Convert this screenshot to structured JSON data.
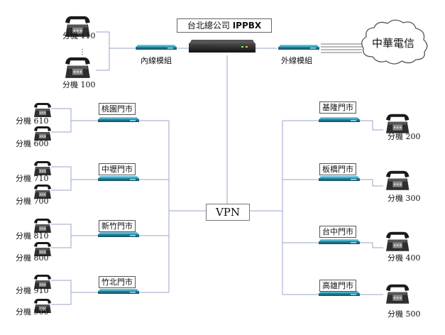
{
  "title": {
    "prefix": "台北總公司 ",
    "brand": "IPPBX"
  },
  "modules": {
    "internal": "內線模組",
    "external": "外線模組"
  },
  "cloud": {
    "label": "中華電信"
  },
  "hq_extensions": [
    "分機 110",
    "分機 100"
  ],
  "vpn": {
    "label": "VPN"
  },
  "stores_left": [
    {
      "name": "桃園門市",
      "ext_a": "分機 610",
      "ext_b": "分機 600"
    },
    {
      "name": "中壢門市",
      "ext_a": "分機 710",
      "ext_b": "分機 700"
    },
    {
      "name": "新竹門市",
      "ext_a": "分機 810",
      "ext_b": "分機 800"
    },
    {
      "name": "竹北門市",
      "ext_a": "分機 910",
      "ext_b": "分機 900"
    }
  ],
  "stores_right": [
    {
      "name": "基隆門市",
      "ext": "分機 200"
    },
    {
      "name": "板橋門市",
      "ext": "分機 300"
    },
    {
      "name": "台中門市",
      "ext": "分機 400"
    },
    {
      "name": "高雄門市",
      "ext": "分機 500"
    }
  ],
  "colors": {
    "line": "#9aa6c8",
    "device_top": "#2f9fb8",
    "device_front": "#1d6d88",
    "pbx": "#1b1b1b"
  }
}
